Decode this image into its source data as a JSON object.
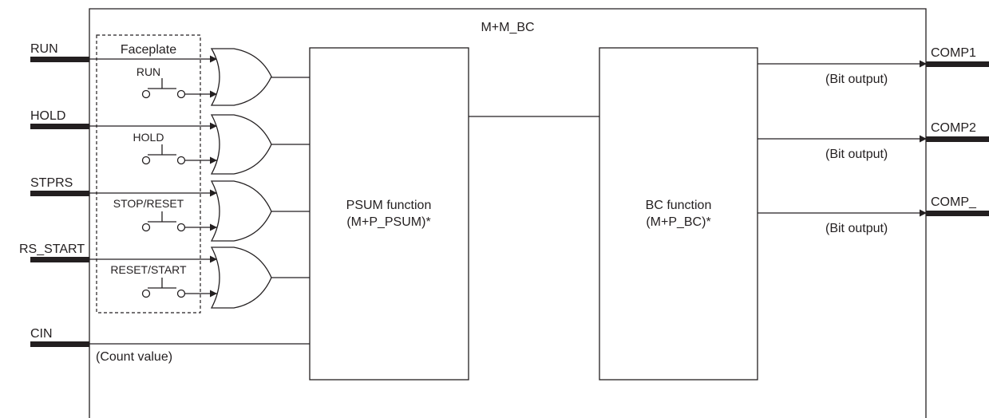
{
  "block": {
    "title": "M+M_BC"
  },
  "faceplate": {
    "title": "Faceplate",
    "switches": [
      "RUN",
      "HOLD",
      "STOP/RESET",
      "RESET/START"
    ]
  },
  "inputs": {
    "run": "RUN",
    "hold": "HOLD",
    "stprs": "STPRS",
    "rs_start": "RS_START",
    "cin": "CIN",
    "cin_note": "(Count value)"
  },
  "psum": {
    "line1": "PSUM function",
    "line2": "(M+P_PSUM)*"
  },
  "bc": {
    "line1": "BC function",
    "line2": "(M+P_BC)*"
  },
  "outputs": {
    "comp1": "COMP1",
    "comp2": "COMP2",
    "comp3": "COMP_",
    "note": "(Bit output)"
  }
}
